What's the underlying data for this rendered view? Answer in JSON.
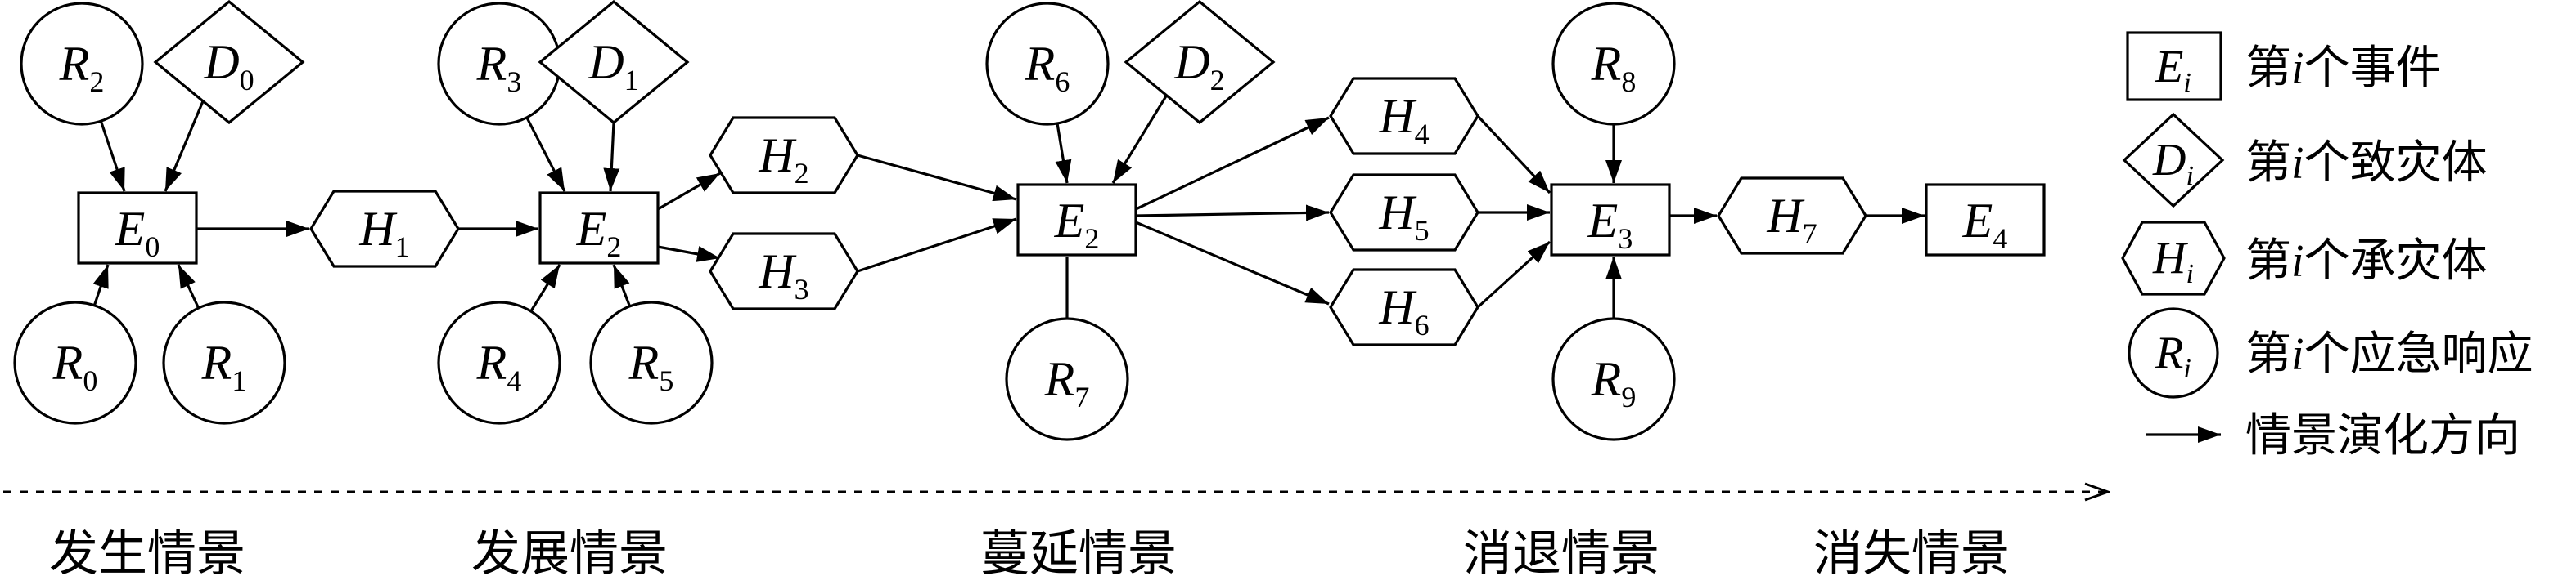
{
  "diagram": {
    "responses": [
      {
        "letter": "R",
        "sub": "2"
      },
      {
        "letter": "R",
        "sub": "0"
      },
      {
        "letter": "R",
        "sub": "1"
      },
      {
        "letter": "R",
        "sub": "3"
      },
      {
        "letter": "R",
        "sub": "4"
      },
      {
        "letter": "R",
        "sub": "5"
      },
      {
        "letter": "R",
        "sub": "6"
      },
      {
        "letter": "R",
        "sub": "7"
      },
      {
        "letter": "R",
        "sub": "8"
      },
      {
        "letter": "R",
        "sub": "9"
      }
    ],
    "disasters": [
      {
        "letter": "D",
        "sub": "0"
      },
      {
        "letter": "D",
        "sub": "1"
      },
      {
        "letter": "D",
        "sub": "2"
      }
    ],
    "carriers": [
      {
        "letter": "H",
        "sub": "1"
      },
      {
        "letter": "H",
        "sub": "2"
      },
      {
        "letter": "H",
        "sub": "3"
      },
      {
        "letter": "H",
        "sub": "4"
      },
      {
        "letter": "H",
        "sub": "5"
      },
      {
        "letter": "H",
        "sub": "6"
      },
      {
        "letter": "H",
        "sub": "7"
      }
    ],
    "events": [
      {
        "letter": "E",
        "sub": "0"
      },
      {
        "letter": "E",
        "sub": "2"
      },
      {
        "letter": "E",
        "sub": "2"
      },
      {
        "letter": "E",
        "sub": "3"
      },
      {
        "letter": "E",
        "sub": "4"
      }
    ]
  },
  "legend": {
    "items": [
      {
        "symbol_letter": "E",
        "symbol_sub": "i",
        "prefix": "第",
        "var": "i",
        "suffix": "个事件"
      },
      {
        "symbol_letter": "D",
        "symbol_sub": "i",
        "prefix": "第",
        "var": "i",
        "suffix": "个致灾体"
      },
      {
        "symbol_letter": "H",
        "symbol_sub": "i",
        "prefix": "第",
        "var": "i",
        "suffix": "个承灾体"
      },
      {
        "symbol_letter": "R",
        "symbol_sub": "i",
        "prefix": "第",
        "var": "i",
        "suffix": "个应急响应"
      }
    ],
    "arrow_label": "情景演化方向"
  },
  "stages": [
    "发生情景",
    "发展情景",
    "蔓延情景",
    "消退情景",
    "消失情景"
  ]
}
